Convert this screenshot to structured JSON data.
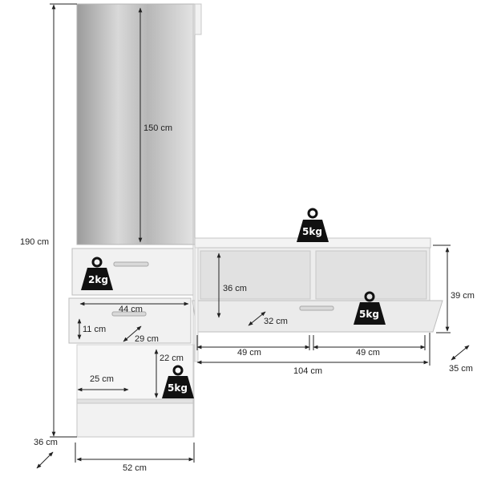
{
  "dimensions": {
    "total_height": "190 cm",
    "mirror_height": "150 cm",
    "depth_left": "36 cm",
    "width_left": "52 cm",
    "drawer_width": "44 cm",
    "drawer_height": "11 cm",
    "drawer_depth": "29 cm",
    "shelf_width": "25 cm",
    "shelf_height": "22 cm",
    "compartment_height": "36 cm",
    "flap_depth": "32 cm",
    "compartment_left_width": "49 cm",
    "compartment_right_width": "49 cm",
    "bench_width": "104 cm",
    "bench_height": "39 cm",
    "bench_depth": "35 cm"
  },
  "weights": {
    "drawer_load": "2kg",
    "shelf_load": "5kg",
    "bench_top_load": "5kg",
    "flap_load": "5kg"
  },
  "colors": {
    "panel": "#ececec",
    "panel_edge": "#b9b9b9",
    "mirror_light": "#e8e8e8",
    "mirror_dark": "#9a9a9a",
    "weight_icon": "#111111",
    "dimension_line": "#222222"
  }
}
